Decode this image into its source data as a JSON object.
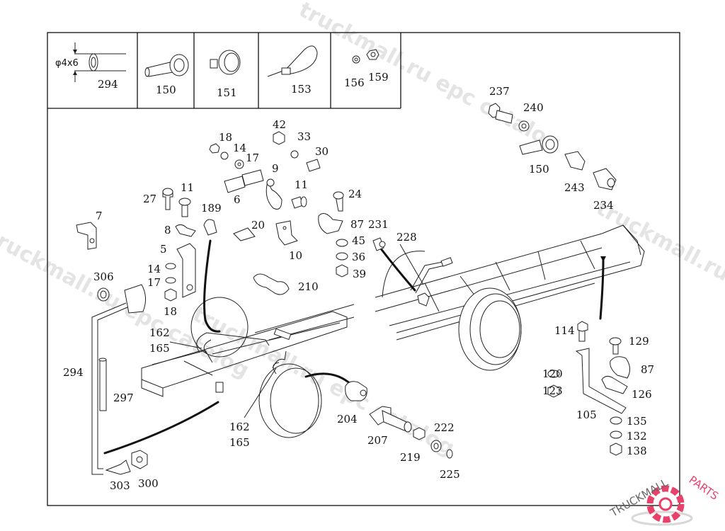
{
  "legend_boxes": [
    {
      "label": "294",
      "note": "φ4x6"
    },
    {
      "label": "150"
    },
    {
      "label": "151"
    },
    {
      "label": "153"
    },
    {
      "labels": [
        "156",
        "159"
      ]
    }
  ],
  "callouts": {
    "p18a": "18",
    "p14a": "14",
    "p17a": "17",
    "p42": "42",
    "p33": "33",
    "p30": "30",
    "p9": "9",
    "p6": "6",
    "p11a": "11",
    "p11b": "11",
    "p27": "27",
    "p189": "189",
    "p24": "24",
    "p87a": "87",
    "p231": "231",
    "p45": "45",
    "p36": "36",
    "p39": "39",
    "p228": "228",
    "p7": "7",
    "p8": "8",
    "p20": "20",
    "p10": "10",
    "p5": "5",
    "p14b": "14",
    "p17b": "17",
    "p18b": "18",
    "p306": "306",
    "p210": "210",
    "p162a": "162",
    "p165a": "165",
    "p162b": "162",
    "p165b": "165",
    "p294": "294",
    "p297": "297",
    "p303": "303",
    "p300": "300",
    "p204": "204",
    "p207": "207",
    "p219": "219",
    "p222": "222",
    "p225": "225",
    "p237": "237",
    "p240": "240",
    "p150": "150",
    "p243": "243",
    "p234": "234",
    "p114": "114",
    "p129": "129",
    "p87b": "87",
    "p120": "120",
    "p123": "123",
    "p126": "126",
    "p105": "105",
    "p135": "135",
    "p132": "132",
    "p138": "138"
  },
  "watermarks": [
    "truckmall.ru epc catalog",
    "truckmall.ru epc catalog",
    "truckmall.ru epc catalog",
    "truckmall.ru epc catalog"
  ],
  "logo": {
    "text_a": "TRUCKMALL",
    "text_b": "PARTS",
    "accent": "#e8426b"
  }
}
